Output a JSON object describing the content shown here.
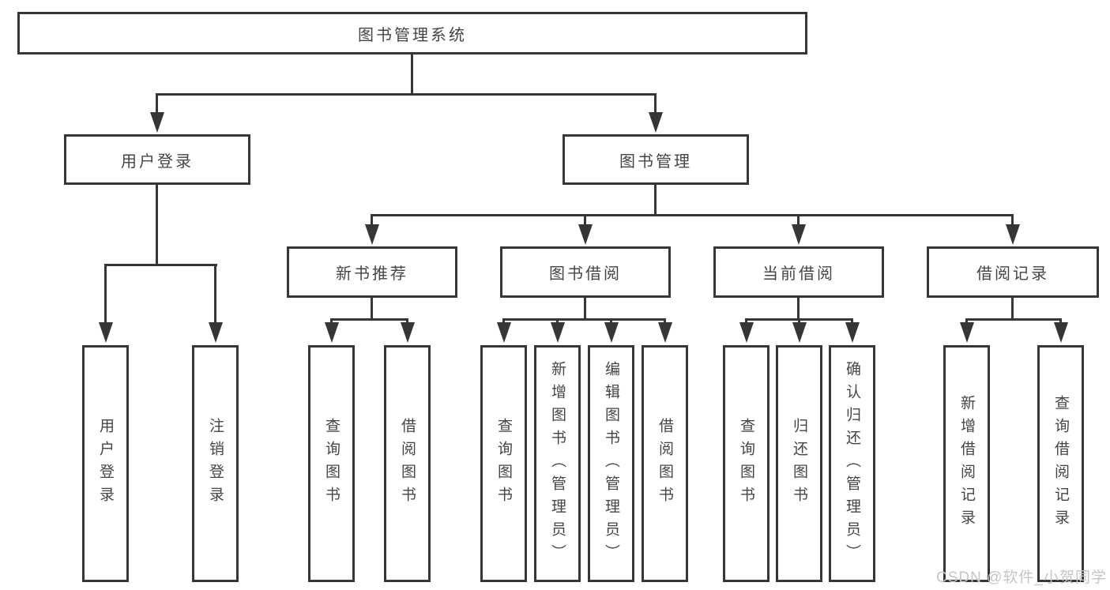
{
  "diagram_title": "图书管理系统",
  "tree": {
    "root": {
      "label": "图书管理系统"
    },
    "branches": [
      {
        "label": "用户登录",
        "children": [
          {
            "label": "用户登录"
          },
          {
            "label": "注销登录"
          }
        ]
      },
      {
        "label": "图书管理",
        "children": [
          {
            "label": "新书推荐",
            "children": [
              {
                "label": "查询图书"
              },
              {
                "label": "借阅图书"
              }
            ]
          },
          {
            "label": "图书借阅",
            "children": [
              {
                "label": "查询图书"
              },
              {
                "label": "新增图书（管理员）"
              },
              {
                "label": "编辑图书（管理员）"
              },
              {
                "label": "借阅图书"
              }
            ]
          },
          {
            "label": "当前借阅",
            "children": [
              {
                "label": "查询图书"
              },
              {
                "label": "归还图书"
              },
              {
                "label": "确认归还（管理员）"
              }
            ]
          },
          {
            "label": "借阅记录",
            "children": [
              {
                "label": "新增借阅记录"
              },
              {
                "label": "查询借阅记录"
              }
            ]
          }
        ]
      }
    ]
  },
  "watermark": {
    "text": "CSDN @软件_小贺同学"
  },
  "colors": {
    "line": "#363636",
    "text": "#454545",
    "watermark": "#c5c5c5",
    "background": "#ffffff"
  }
}
